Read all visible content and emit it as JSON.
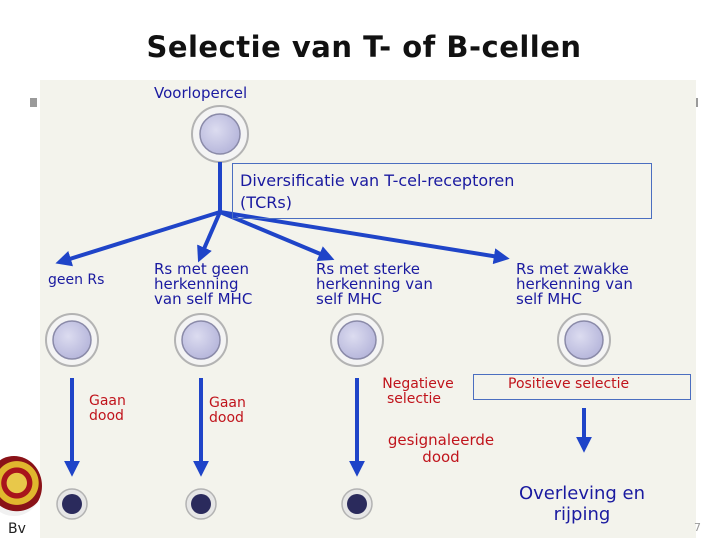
{
  "slide": {
    "title": "Selectie van T- of B-cellen",
    "footer_left": "Bv",
    "footer_right": "7"
  },
  "diagram": {
    "progenitor_label": "Voorlopercel",
    "diversification_label": "Diversificatie van T-cel-receptoren",
    "diversification_label_line2": "(TCRs)",
    "branches": [
      {
        "label_lines": [
          "geen Rs"
        ]
      },
      {
        "label_lines": [
          "Rs met geen",
          "herkenning",
          "van self MHC"
        ]
      },
      {
        "label_lines": [
          "Rs met sterke",
          "herkenning van",
          "self MHC"
        ]
      },
      {
        "label_lines": [
          "Rs met zwakke",
          "herkenning van",
          "self MHC"
        ]
      }
    ],
    "fates": {
      "die_1": [
        "Gaan",
        "dood"
      ],
      "die_2": [
        "Gaan",
        "dood"
      ],
      "negative_selection": [
        "Negatieve",
        "selectie"
      ],
      "signaled_death": [
        "gesignaleerde",
        "dood"
      ],
      "positive_selection": "Positieve selectie",
      "survival": [
        "Overleving en",
        "rijping"
      ]
    }
  },
  "colors": {
    "title": "#111111",
    "blue_text": "#1a1aa0",
    "red_text": "#c0141c",
    "arrow": "#1f44c8",
    "cell_fill": "#c9c9e6",
    "cell_ring": "#b3b3b3",
    "dead_cell": "#2a2a5c",
    "box_border": "#4b6ec0",
    "panel": "#f3f3ec"
  }
}
